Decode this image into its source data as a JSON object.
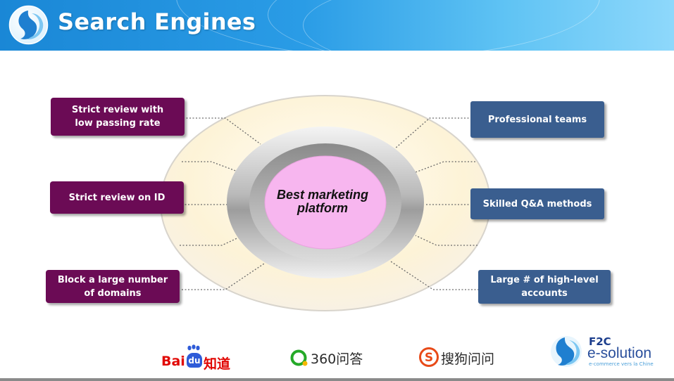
{
  "header": {
    "title": "Search Engines"
  },
  "center": {
    "line1": "Best marketing",
    "line2": "platform"
  },
  "left_boxes": [
    {
      "line1": "Strict review with",
      "line2": "low passing rate"
    },
    {
      "line1": "Strict review on ID",
      "line2": ""
    },
    {
      "line1": "Block a large number",
      "line2": "of domains"
    }
  ],
  "right_boxes": [
    {
      "line1": "Professional teams",
      "line2": ""
    },
    {
      "line1": "Skilled Q&A methods",
      "line2": ""
    },
    {
      "line1": "Large # of high-level",
      "line2": "accounts"
    }
  ],
  "logos": {
    "baidu_latin": "Bai",
    "baidu_du": "du",
    "baidu_cn": "知道",
    "qihoo": "360问答",
    "sogou": "搜狗问问",
    "f2c_top": "F2C",
    "f2c_main": "e-solution",
    "f2c_tag": "e-commerce vers la Chine"
  },
  "colors": {
    "header_blue": "#1a87d6",
    "purple_box": "#6b0b55",
    "blue_box": "#3a5e8f",
    "center_pink": "#f7b6ef",
    "outer_ellipse": "#fdf3d7"
  }
}
